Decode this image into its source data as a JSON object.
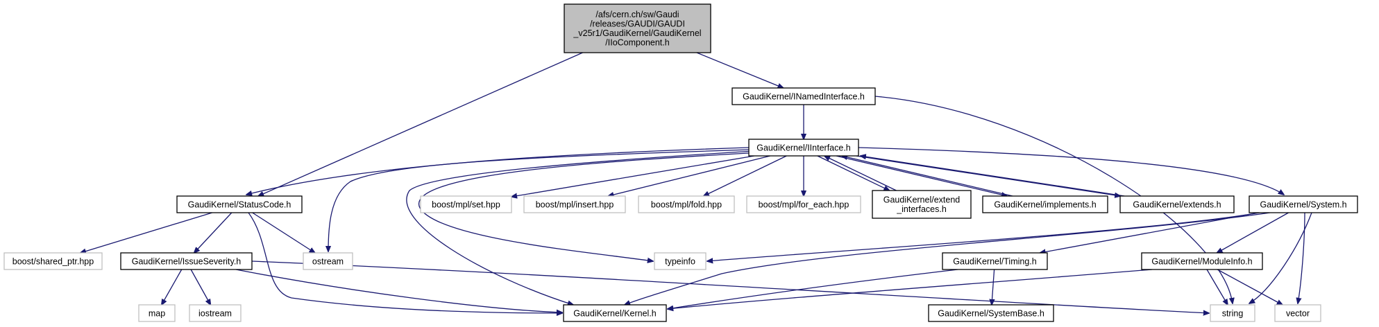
{
  "colors": {
    "edge": "#191970",
    "root_fill": "#bfbfbf",
    "node_fill": "#ffffff",
    "node_border": "#000000",
    "external_border": "#bfbfbf",
    "external_text": "#7f7f7f"
  },
  "nodes": [
    {
      "id": "root",
      "lines": [
        "/afs/cern.ch/sw/Gaudi",
        "/releases/GAUDI/GAUDI",
        "_v25r1/GaudiKernel/GaudiKernel",
        "/IIoComponent.h"
      ],
      "kind": "root"
    },
    {
      "id": "inamed",
      "lines": [
        "GaudiKernel/INamedInterface.h"
      ],
      "kind": "internal"
    },
    {
      "id": "iinterface",
      "lines": [
        "GaudiKernel/IInterface.h"
      ],
      "kind": "internal"
    },
    {
      "id": "statuscode",
      "lines": [
        "GaudiKernel/StatusCode.h"
      ],
      "kind": "internal"
    },
    {
      "id": "mplset",
      "lines": [
        "boost/mpl/set.hpp"
      ],
      "kind": "external"
    },
    {
      "id": "mplinsert",
      "lines": [
        "boost/mpl/insert.hpp"
      ],
      "kind": "external"
    },
    {
      "id": "mplfold",
      "lines": [
        "boost/mpl/fold.hpp"
      ],
      "kind": "external"
    },
    {
      "id": "mplforeach",
      "lines": [
        "boost/mpl/for_each.hpp"
      ],
      "kind": "external"
    },
    {
      "id": "extendif",
      "lines": [
        "GaudiKernel/extend",
        "_interfaces.h"
      ],
      "kind": "internal"
    },
    {
      "id": "implements",
      "lines": [
        "GaudiKernel/implements.h"
      ],
      "kind": "internal"
    },
    {
      "id": "extends",
      "lines": [
        "GaudiKernel/extends.h"
      ],
      "kind": "internal"
    },
    {
      "id": "system",
      "lines": [
        "GaudiKernel/System.h"
      ],
      "kind": "internal"
    },
    {
      "id": "sharedptr",
      "lines": [
        "boost/shared_ptr.hpp"
      ],
      "kind": "external"
    },
    {
      "id": "issue",
      "lines": [
        "GaudiKernel/IssueSeverity.h"
      ],
      "kind": "internal"
    },
    {
      "id": "ostream",
      "lines": [
        "ostream"
      ],
      "kind": "external"
    },
    {
      "id": "typeinfo",
      "lines": [
        "typeinfo"
      ],
      "kind": "external"
    },
    {
      "id": "timing",
      "lines": [
        "GaudiKernel/Timing.h"
      ],
      "kind": "internal"
    },
    {
      "id": "moduleinfo",
      "lines": [
        "GaudiKernel/ModuleInfo.h"
      ],
      "kind": "internal"
    },
    {
      "id": "map",
      "lines": [
        "map"
      ],
      "kind": "external"
    },
    {
      "id": "iostream",
      "lines": [
        "iostream"
      ],
      "kind": "external"
    },
    {
      "id": "kernel",
      "lines": [
        "GaudiKernel/Kernel.h"
      ],
      "kind": "internal"
    },
    {
      "id": "string",
      "lines": [
        "string"
      ],
      "kind": "external"
    },
    {
      "id": "vector",
      "lines": [
        "vector"
      ],
      "kind": "external"
    },
    {
      "id": "systembase",
      "lines": [
        "GaudiKernel/SystemBase.h"
      ],
      "kind": "internal"
    }
  ],
  "edges": [
    {
      "from": "root",
      "to": "statuscode"
    },
    {
      "from": "root",
      "to": "inamed"
    },
    {
      "from": "inamed",
      "to": "iinterface"
    },
    {
      "from": "inamed",
      "to": "string"
    },
    {
      "from": "iinterface",
      "to": "statuscode"
    },
    {
      "from": "iinterface",
      "to": "ostream"
    },
    {
      "from": "iinterface",
      "to": "kernel"
    },
    {
      "from": "iinterface",
      "to": "typeinfo"
    },
    {
      "from": "iinterface",
      "to": "mplset"
    },
    {
      "from": "iinterface",
      "to": "mplinsert"
    },
    {
      "from": "iinterface",
      "to": "mplfold"
    },
    {
      "from": "iinterface",
      "to": "mplforeach"
    },
    {
      "from": "iinterface",
      "to": "extendif"
    },
    {
      "from": "extendif",
      "to": "iinterface"
    },
    {
      "from": "iinterface",
      "to": "implements"
    },
    {
      "from": "implements",
      "to": "iinterface"
    },
    {
      "from": "iinterface",
      "to": "extends"
    },
    {
      "from": "extends",
      "to": "iinterface"
    },
    {
      "from": "iinterface",
      "to": "system"
    },
    {
      "from": "statuscode",
      "to": "sharedptr"
    },
    {
      "from": "statuscode",
      "to": "issue"
    },
    {
      "from": "statuscode",
      "to": "ostream"
    },
    {
      "from": "statuscode",
      "to": "kernel"
    },
    {
      "from": "issue",
      "to": "map"
    },
    {
      "from": "issue",
      "to": "iostream"
    },
    {
      "from": "issue",
      "to": "kernel"
    },
    {
      "from": "issue",
      "to": "string"
    },
    {
      "from": "system",
      "to": "typeinfo"
    },
    {
      "from": "system",
      "to": "kernel"
    },
    {
      "from": "system",
      "to": "timing"
    },
    {
      "from": "system",
      "to": "moduleinfo"
    },
    {
      "from": "system",
      "to": "string"
    },
    {
      "from": "system",
      "to": "vector"
    },
    {
      "from": "timing",
      "to": "kernel"
    },
    {
      "from": "timing",
      "to": "systembase"
    },
    {
      "from": "moduleinfo",
      "to": "kernel"
    },
    {
      "from": "moduleinfo",
      "to": "string"
    },
    {
      "from": "moduleinfo",
      "to": "vector"
    }
  ]
}
